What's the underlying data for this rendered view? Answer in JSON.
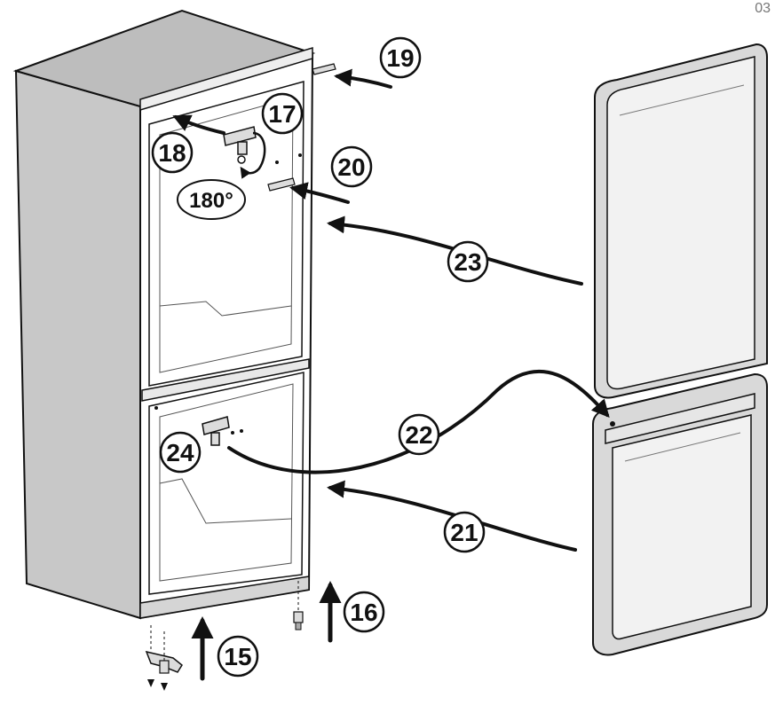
{
  "diagram": {
    "callouts": {
      "c15": "15",
      "c16": "16",
      "c17": "17",
      "c18": "18",
      "c19": "19",
      "c20": "20",
      "c21": "21",
      "c22": "22",
      "c23": "23",
      "c24": "24"
    },
    "rotation_label": "180°",
    "corner_mark": "03",
    "colors": {
      "cabinet_side": "#c8c8c8",
      "cabinet_top": "#bdbdbd",
      "door_front": "#f2f2f2",
      "door_side": "#d9d9d9",
      "line": "#111111"
    }
  }
}
